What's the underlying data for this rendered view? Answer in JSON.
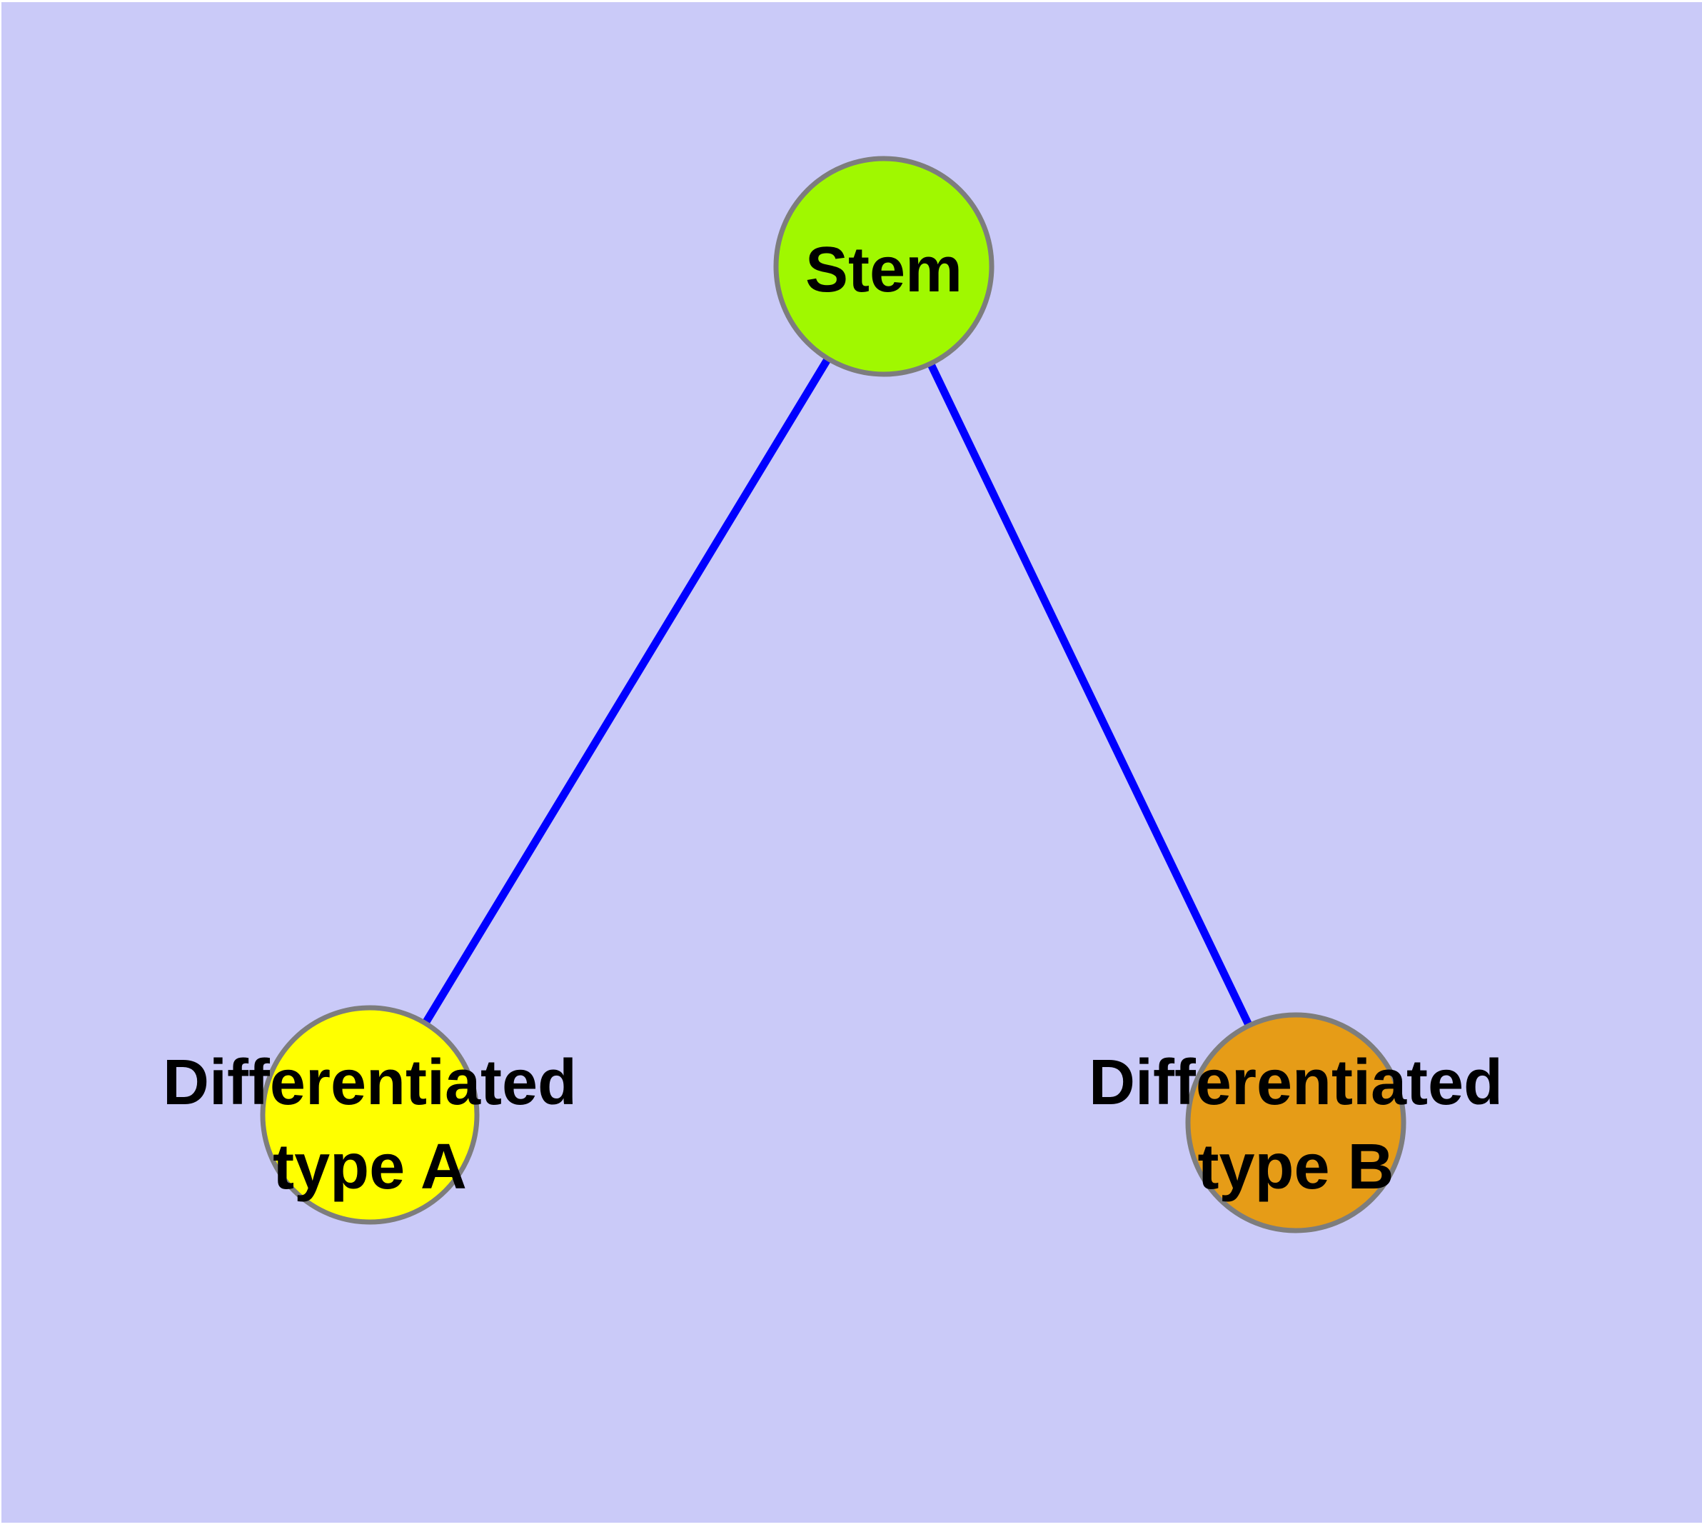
{
  "diagram": {
    "kind": "node-link-graph",
    "background_color": "#CACAF8",
    "margin_color": "#FFFFFF",
    "edge_color": "#0000FF",
    "node_border_color": "#7D7D7D",
    "label_color": "#000000",
    "nodes": [
      {
        "id": "stem",
        "label": "Stem",
        "fill": "#A0F800"
      },
      {
        "id": "differentiated-type-a",
        "label": "Differentiated type A",
        "label_line1": "Differentiated",
        "label_line2": "type A",
        "fill": "#FFFF00"
      },
      {
        "id": "differentiated-type-b",
        "label": "Differentiated type B",
        "label_line1": "Differentiated",
        "label_line2": "type B",
        "fill": "#E69C17"
      }
    ],
    "edges": [
      {
        "from": "Stem",
        "to": "Differentiated type A"
      },
      {
        "from": "Stem",
        "to": "Differentiated type B"
      }
    ]
  }
}
